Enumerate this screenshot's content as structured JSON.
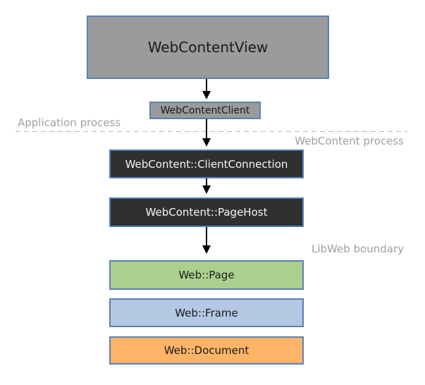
{
  "diagram": {
    "title": "WebContent process architecture diagram",
    "nodes": {
      "web_content_view": {
        "label": "WebContentView"
      },
      "web_content_client": {
        "label": "WebContentClient"
      },
      "client_connection": {
        "label": "WebContent::ClientConnection"
      },
      "page_host": {
        "label": "WebContent::PageHost"
      },
      "web_page": {
        "label": "Web::Page"
      },
      "web_frame": {
        "label": "Web::Frame"
      },
      "web_document": {
        "label": "Web::Document"
      }
    },
    "region_labels": {
      "application_process": "Application process",
      "webcontent_process": "WebContent process",
      "libweb_boundary": "LibWeb boundary"
    },
    "edges": [
      {
        "from": "web_content_view",
        "to": "web_content_client"
      },
      {
        "from": "web_content_client",
        "to": "client_connection"
      },
      {
        "from": "client_connection",
        "to": "page_host"
      },
      {
        "from": "page_host",
        "to": "web_page"
      }
    ],
    "colors": {
      "node_gray_fill": "#999b9d",
      "node_dark_fill": "#303030",
      "node_green_fill": "#abd08e",
      "node_blue_fill": "#b4c7e3",
      "node_orange_fill": "#ffb468",
      "node_border": "#5b80b4",
      "dark_node_border": "#5080bc",
      "dark_node_text": "#f5f5f5",
      "node_text": "#1a1a1a",
      "region_label_text": "#a0a0a0",
      "divider_dash": "#b5b5b5",
      "arrow": "#000000",
      "background": "#ffffff"
    }
  }
}
